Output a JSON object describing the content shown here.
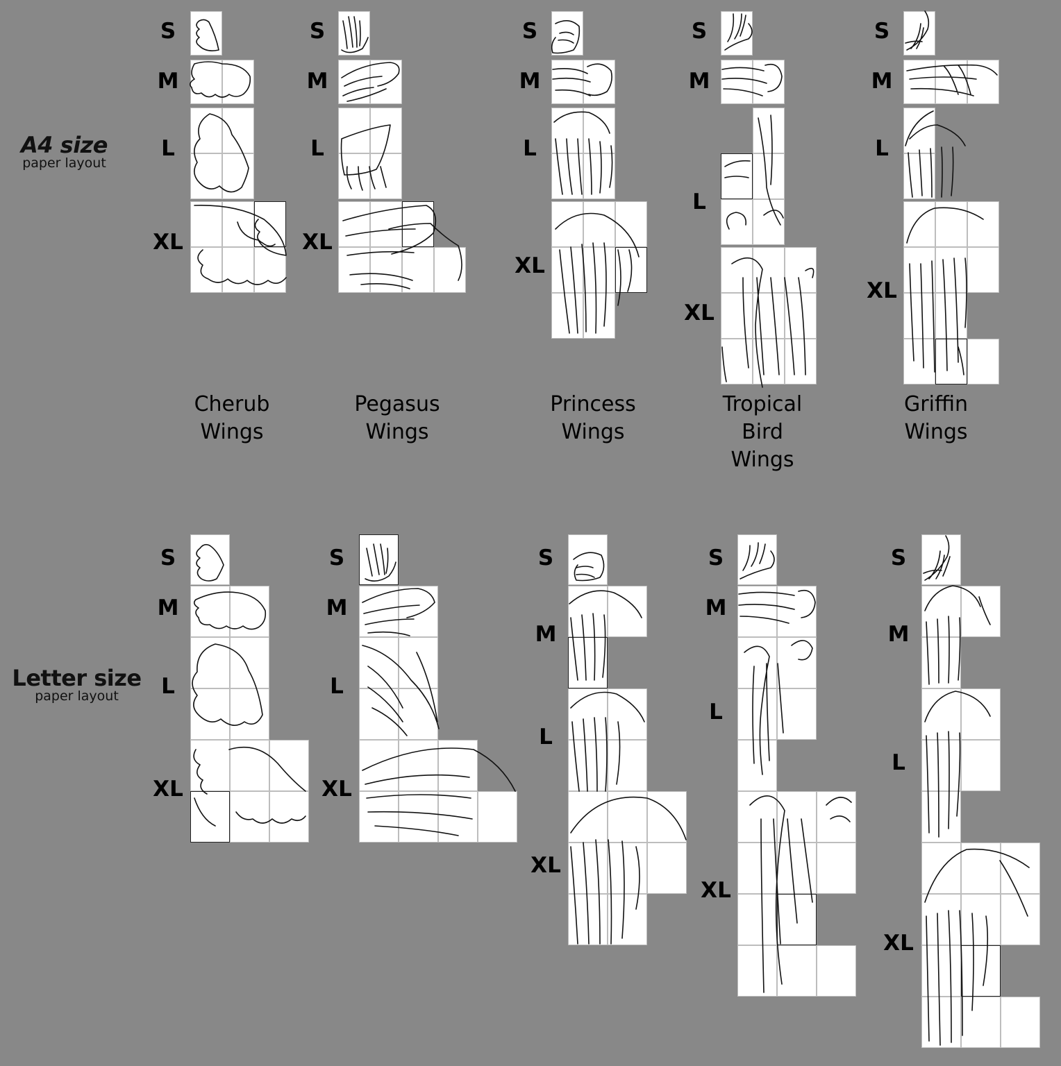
{
  "sections": [
    {
      "key": "a4",
      "title": "A4 size",
      "subtitle": "paper layout"
    },
    {
      "key": "letter",
      "title": "Letter size",
      "subtitle": "paper layout"
    }
  ],
  "size_codes": [
    "S",
    "M",
    "L",
    "XL"
  ],
  "designs": [
    {
      "name": "Cherub\nWings"
    },
    {
      "name": "Pegasus\nWings"
    },
    {
      "name": "Princess\nWings"
    },
    {
      "name": "Tropical\nBird\nWings"
    },
    {
      "name": "Griffin\nWings"
    }
  ],
  "colors": {
    "background": "#888888",
    "sheet": "#ffffff",
    "ink": "#111111"
  }
}
